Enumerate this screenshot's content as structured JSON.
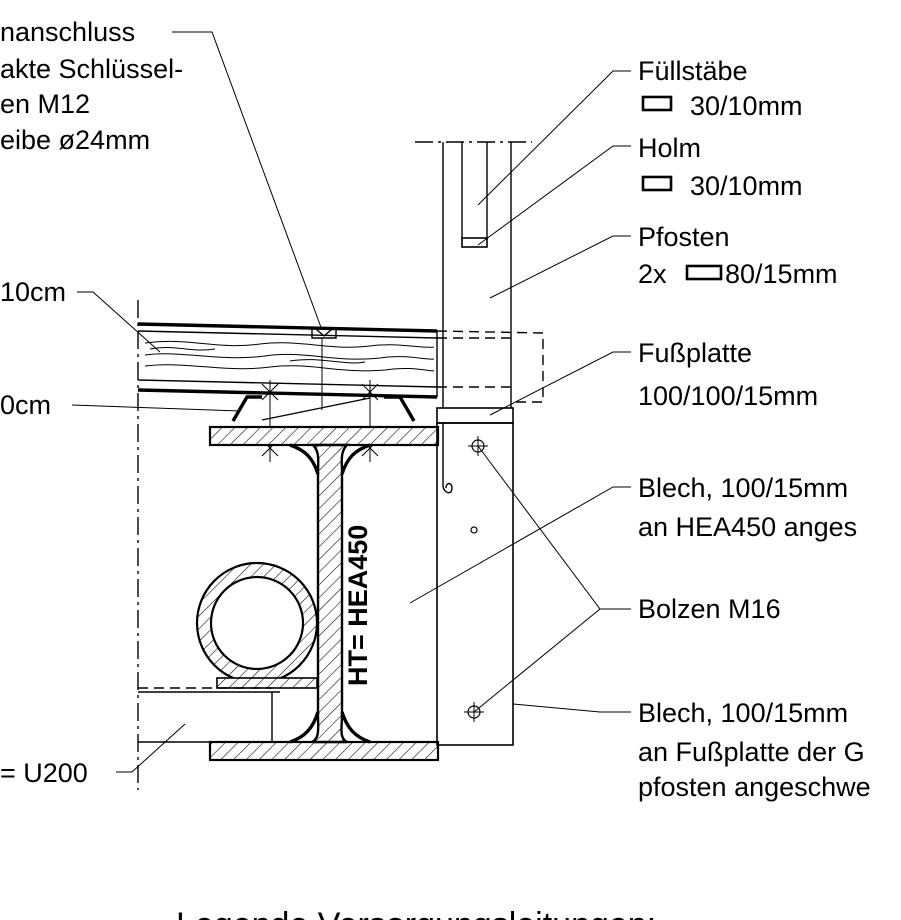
{
  "labels": {
    "anschluss_1": "nanschluss",
    "anschluss_2": "akte Schlüssel-",
    "anschluss_3": "en M12",
    "anschluss_4": "eibe ø24mm",
    "fuellstaebe_1": "Füllstäbe",
    "fuellstaebe_2": "30/10mm",
    "holm_1": "Holm",
    "holm_2": "30/10mm",
    "pfosten_1": "Pfosten",
    "pfosten_2a": "2x",
    "pfosten_2b": "80/15mm",
    "fussplatte_1": "Fußplatte",
    "fussplatte_2": "100/100/15mm",
    "blech1_1": "Blech, 100/15mm",
    "blech1_2": "an HEA450 anges",
    "bolzen": "Bolzen M16",
    "blech2_1": "Blech, 100/15mm",
    "blech2_2": "an Fußplatte der G",
    "blech2_3": "pfosten angeschwe",
    "dim_10cm": "10cm",
    "dim_0cm": "0cm",
    "u200": "= U200",
    "beam": "HT= HEA450",
    "legend_title": "Legende Versorgungsleitungen:"
  }
}
